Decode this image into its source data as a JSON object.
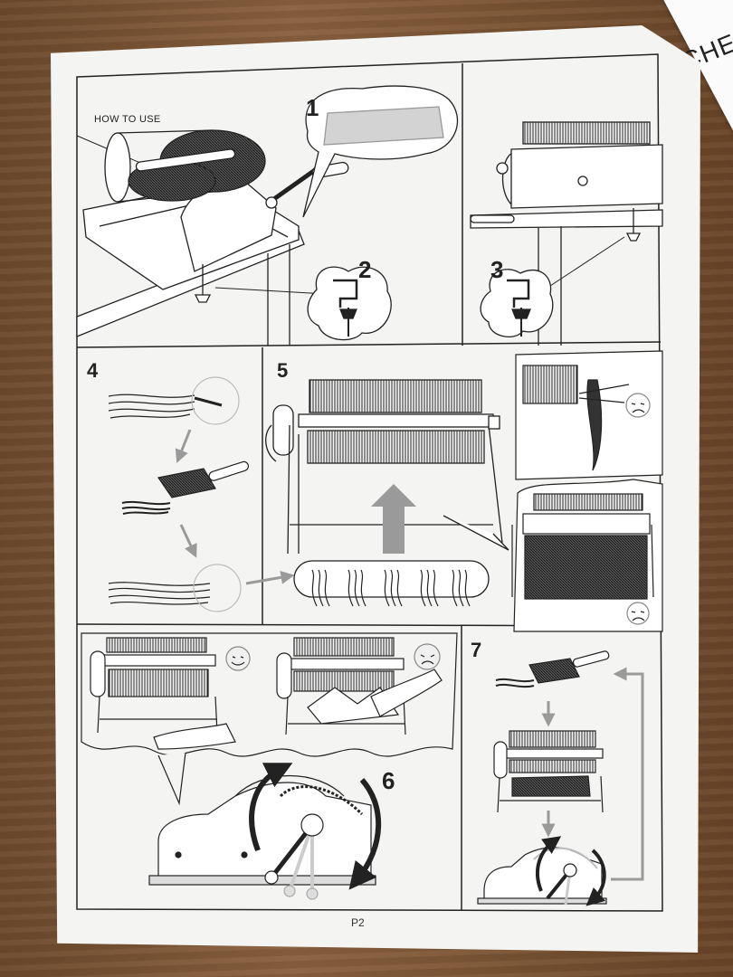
{
  "document": {
    "heading": "HOW TO USE",
    "page_label": "P2",
    "side_note_text": "CHEC",
    "steps": [
      "1",
      "2",
      "3",
      "4",
      "5",
      "6",
      "7"
    ]
  },
  "colors": {
    "paper": "#f4f4f2",
    "ink": "#222222",
    "arrow_gray": "#9a9a9a",
    "wood": "#7b5535"
  }
}
